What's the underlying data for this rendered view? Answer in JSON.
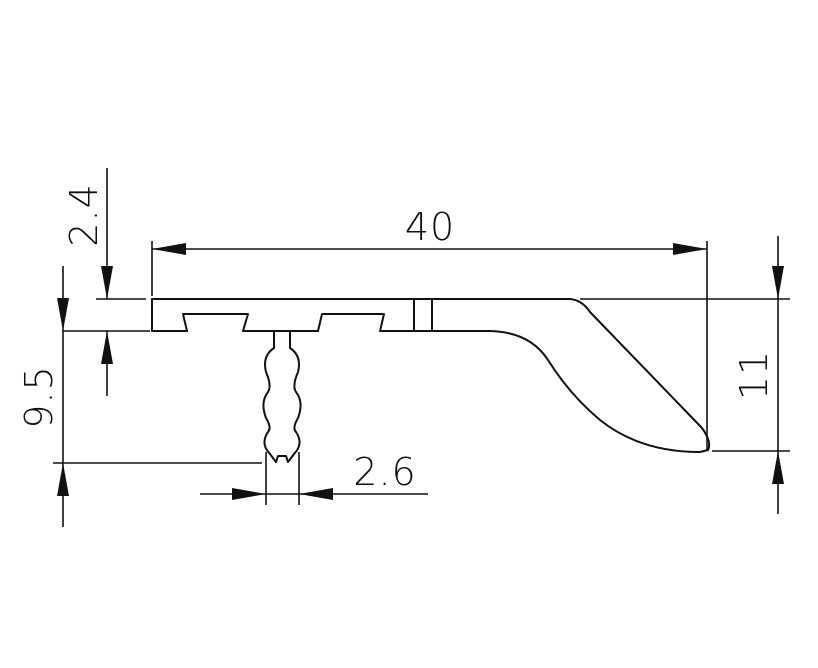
{
  "dimensions": {
    "width_total": "40",
    "top_thickness": "2.4",
    "stem_depth": "9.5",
    "stem_width": "2.6",
    "overall_height": "11"
  },
  "colors": {
    "line": "#111111",
    "background": "#ffffff"
  }
}
